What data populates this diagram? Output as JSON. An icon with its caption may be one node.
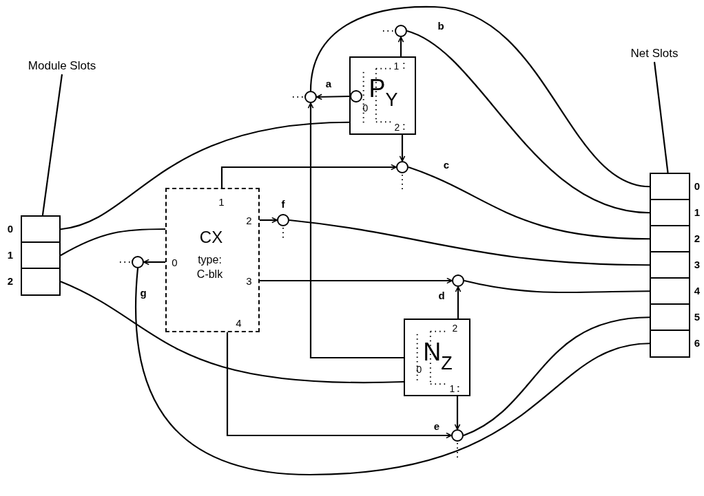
{
  "diagram": {
    "nodes": [
      {
        "text": [
          "Module Slots"
        ]
      },
      {
        "text": [],
        "shape": "box",
        "beside": [
          "0"
        ]
      },
      {
        "text": [],
        "shape": "box",
        "beside": [
          "1"
        ]
      },
      {
        "text": [],
        "shape": "box",
        "beside": [
          "2"
        ]
      },
      {
        "text": [
          "1",
          "2",
          "CX",
          "0",
          "type: C-blk",
          "3",
          "4"
        ]
      },
      {
        "text": [
          "1",
          "P$_{Y}$",
          "0",
          "2"
        ]
      },
      {
        "text": [],
        "shape": "circle",
        "in": 5
      },
      {
        "text": [
          "2",
          "N$_{Z}$",
          "0",
          "1"
        ]
      },
      {
        "text": [],
        "shape": "circle",
        "beside": [
          "a"
        ]
      },
      {
        "text": [],
        "shape": "circle",
        "beside": [
          "b"
        ]
      },
      {
        "text": [],
        "shape": "circle",
        "beside": [
          "c"
        ]
      },
      {
        "text": [],
        "shape": "circle",
        "beside": [
          "f"
        ]
      },
      {
        "text": [],
        "shape": "circle",
        "beside": [
          "d"
        ]
      },
      {
        "text": [],
        "shape": "circle",
        "beside": [
          "e"
        ]
      },
      {
        "text": [],
        "shape": "circle",
        "beside": [
          "g"
        ]
      },
      {
        "text": [
          "Net Slots"
        ]
      },
      {
        "text": [],
        "shape": "box",
        "beside": [
          "0"
        ]
      },
      {
        "text": [],
        "shape": "box",
        "beside": [
          "1"
        ]
      },
      {
        "text": [],
        "shape": "box",
        "beside": [
          "2"
        ]
      },
      {
        "text": [],
        "shape": "box",
        "beside": [
          "3"
        ]
      },
      {
        "text": [],
        "shape": "box",
        "beside": [
          "4"
        ]
      },
      {
        "text": [],
        "shape": "box",
        "beside": [
          "5"
        ]
      },
      {
        "text": [],
        "shape": "box",
        "beside": [
          "6"
        ]
      }
    ],
    "edges": [
      {
        "from": 0,
        "to": 1,
        "arrow": "none"
      },
      {
        "from": 15,
        "to": 16,
        "arrow": "none"
      },
      {
        "from": 1,
        "to": 5,
        "arrow": "none"
      },
      {
        "from": 2,
        "to": 4,
        "arrow": "none"
      },
      {
        "from": 3,
        "to": 7,
        "arrow": "none"
      },
      {
        "from": 4,
        "to": 10,
        "arrow": "to"
      },
      {
        "from": 4,
        "to": 11,
        "arrow": "to"
      },
      {
        "from": 4,
        "to": 12,
        "arrow": "to"
      },
      {
        "from": 4,
        "to": 13,
        "arrow": "to"
      },
      {
        "from": 4,
        "to": 14,
        "arrow": "to"
      },
      {
        "from": 6,
        "to": 8,
        "arrow": "to"
      },
      {
        "from": 5,
        "to": 9,
        "arrow": "to"
      },
      {
        "from": 5,
        "to": 10,
        "arrow": "to"
      },
      {
        "from": 7,
        "to": 8,
        "arrow": "to"
      },
      {
        "from": 7,
        "to": 12,
        "arrow": "to"
      },
      {
        "from": 7,
        "to": 13,
        "arrow": "to"
      },
      {
        "from": 8,
        "to": 16,
        "arrow": "none"
      },
      {
        "from": 9,
        "to": 17,
        "arrow": "none"
      },
      {
        "from": 10,
        "to": 18,
        "arrow": "none"
      },
      {
        "from": 11,
        "to": 19,
        "arrow": "none"
      },
      {
        "from": 12,
        "to": 20,
        "arrow": "none"
      },
      {
        "from": 13,
        "to": 21,
        "arrow": "none"
      },
      {
        "from": 14,
        "to": 22,
        "arrow": "none"
      }
    ]
  }
}
